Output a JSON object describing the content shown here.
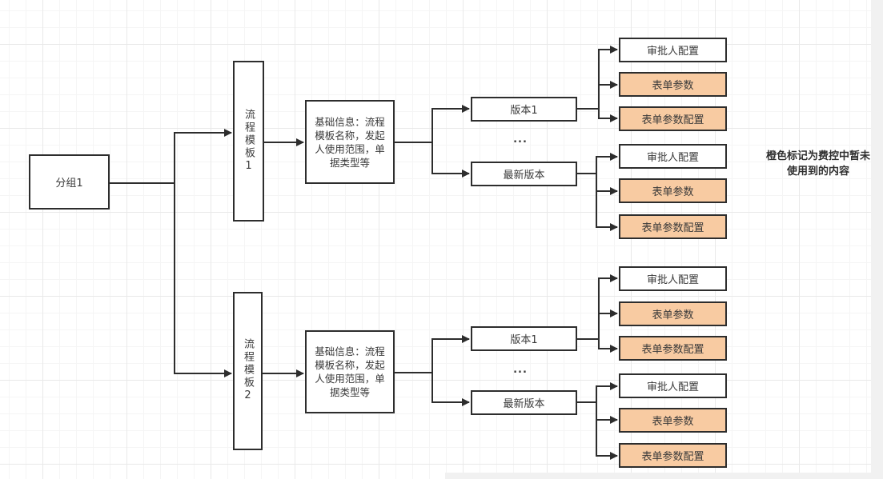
{
  "canvas": {
    "background": "#ffffff",
    "grid_minor_color": "#f5f5f5",
    "grid_major_color": "#e9e9e9"
  },
  "colors": {
    "line": "#2d2d2d",
    "box_border": "#2d2d2d",
    "box_fill_default": "#ffffff",
    "box_fill_orange": "#f8cba2",
    "text": "#3a3a3a"
  },
  "labels": {
    "group1": "分组1",
    "template1": "流程模板1",
    "template2": "流程模板2",
    "basic_info": "基础信息：流程模板名称，发起人使用范围，单据类型等",
    "version1": "版本1",
    "latest_version": "最新版本",
    "ellipsis": "...",
    "approver_config": "审批人配置",
    "form_params": "表单参数",
    "form_params_config": "表单参数配置",
    "annotation": "橙色标记为费控中暂未使用到的内容"
  }
}
